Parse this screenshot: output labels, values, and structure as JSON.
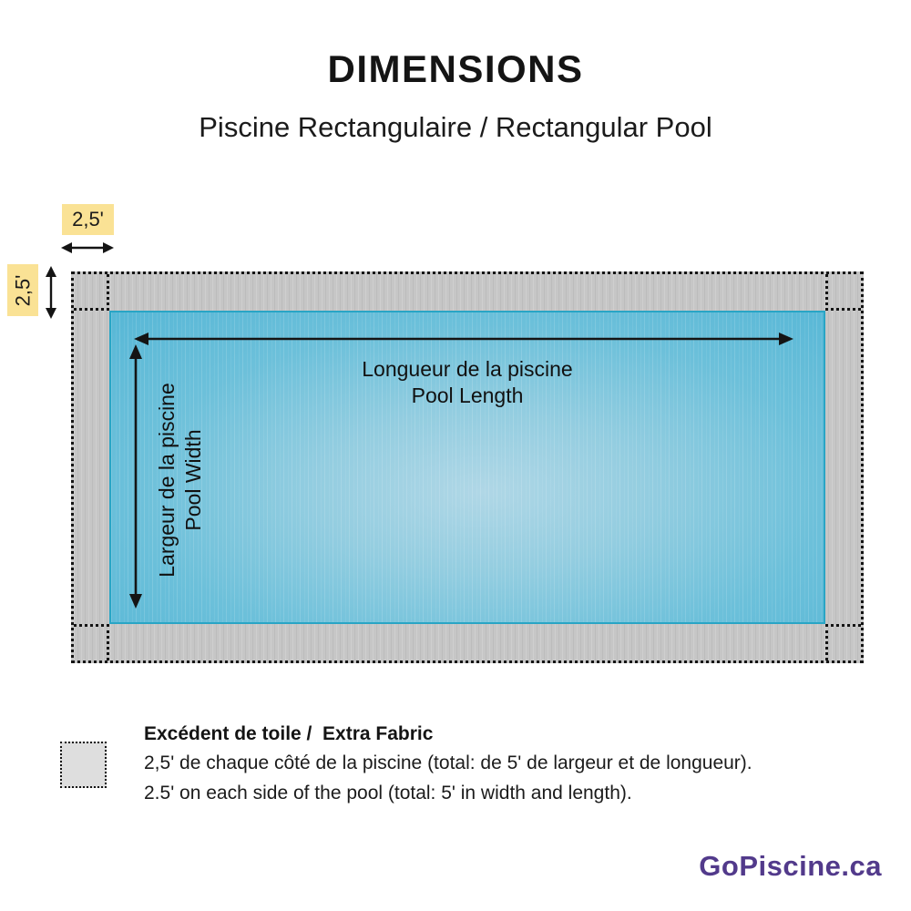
{
  "header": {
    "title": "DIMENSIONS",
    "subtitle": "Piscine Rectangulaire / Rectangular Pool"
  },
  "diagram": {
    "top_offset_label": "2,5'",
    "left_offset_label": "2,5'",
    "length_label_fr": "Longueur de la piscine",
    "length_label_en": "Pool Length",
    "width_label_fr": "Largeur de la piscine",
    "width_label_en": "Pool Width"
  },
  "legend": {
    "title": "Excédent de toile /  Extra Fabric",
    "line_fr": "2,5' de chaque côté de la piscine (total: de 5' de largeur et de longueur).",
    "line_en": "2.5' on each side of the pool (total: 5' in width and length)."
  },
  "footer": {
    "brand": "GoPiscine.ca"
  },
  "colors": {
    "highlight_yellow": "#fae295",
    "fabric_gray": "#c6c6c6",
    "swatch_gray": "#dedede",
    "pool_blue_edge": "#57b7d6",
    "pool_blue_center": "#b0d7e6",
    "pool_border_teal": "#29a5c5",
    "brand_purple": "#523a8b",
    "line_black": "#141414"
  }
}
